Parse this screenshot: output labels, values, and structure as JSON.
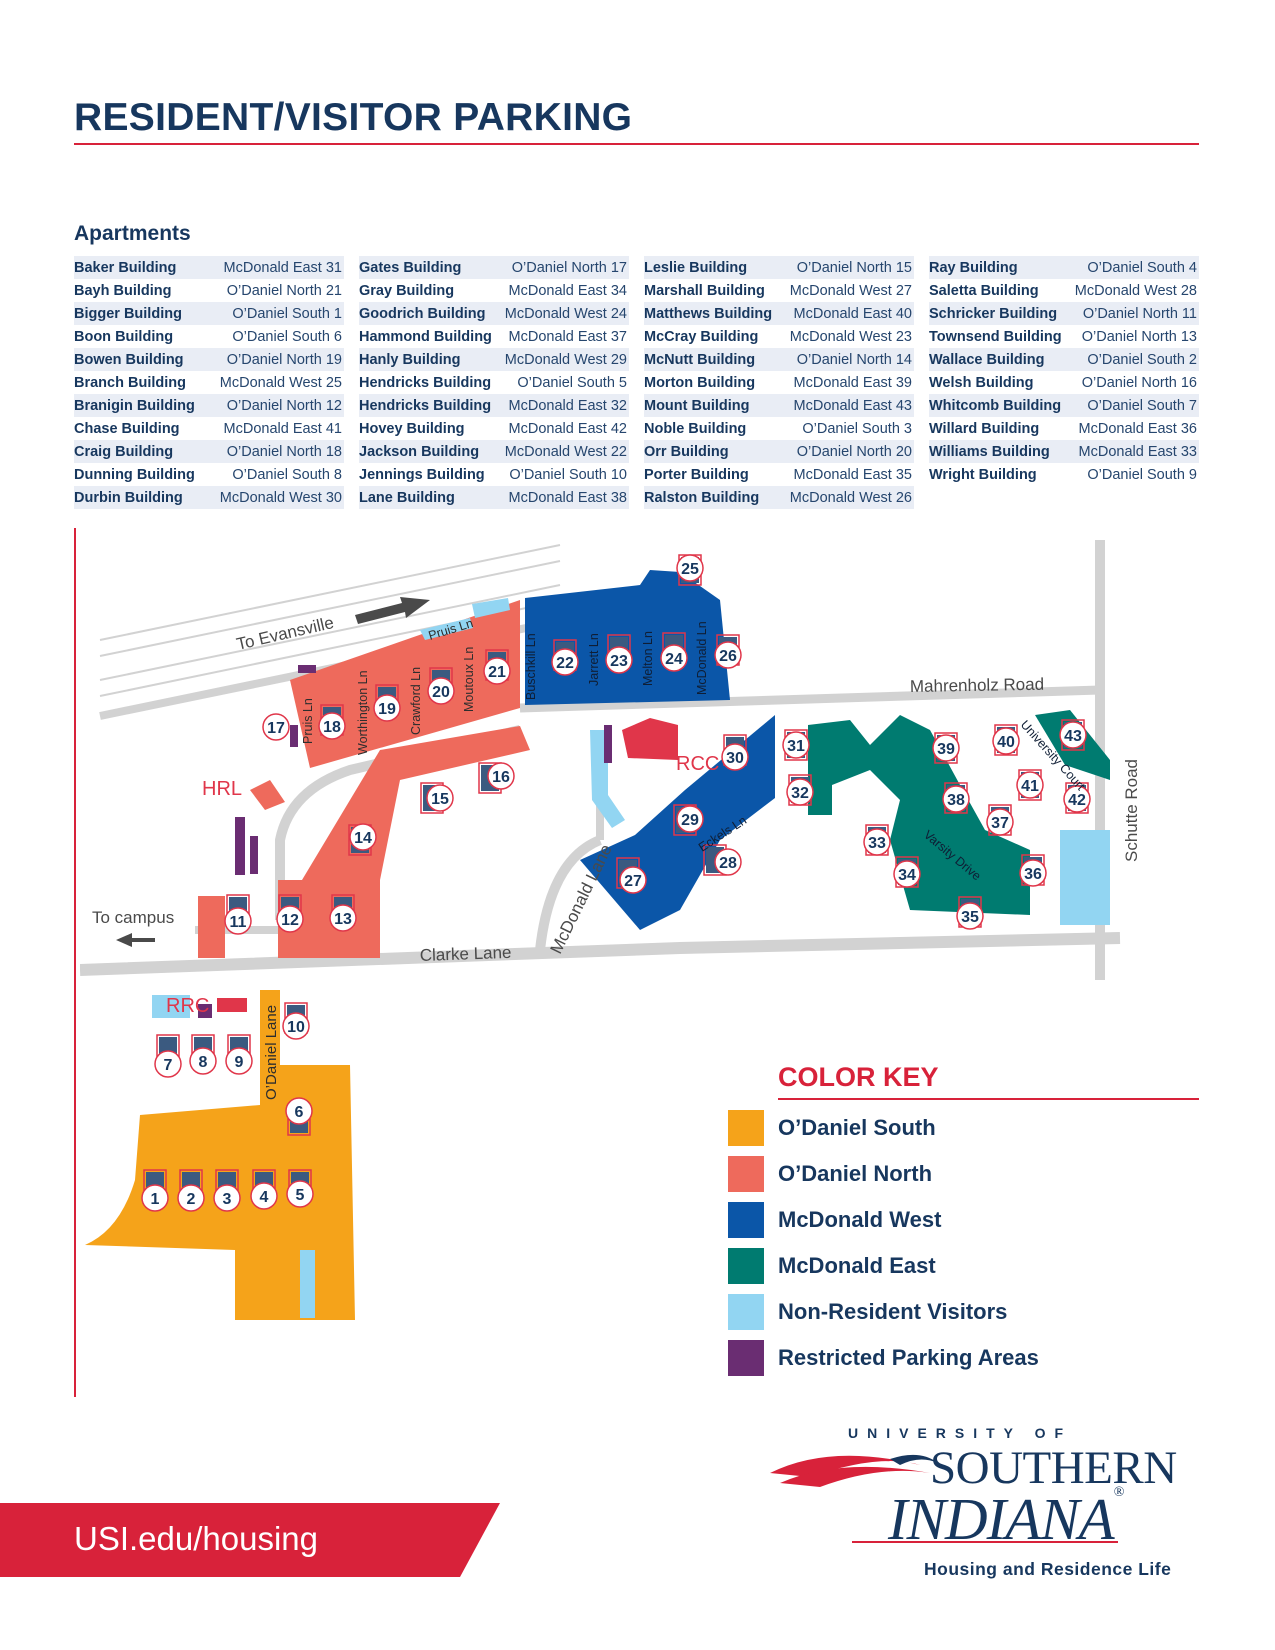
{
  "page_title": "RESIDENT/VISITOR PARKING",
  "apartments_heading": "Apartments",
  "apartments": [
    [
      {
        "name": "Baker Building",
        "loc": "McDonald East 31"
      },
      {
        "name": "Bayh Building",
        "loc": "O’Daniel North 21"
      },
      {
        "name": "Bigger Building",
        "loc": "O’Daniel South 1"
      },
      {
        "name": "Boon Building",
        "loc": "O’Daniel South 6"
      },
      {
        "name": "Bowen Building",
        "loc": "O’Daniel North 19"
      },
      {
        "name": "Branch Building",
        "loc": "McDonald West 25"
      },
      {
        "name": "Branigin Building",
        "loc": "O’Daniel North 12"
      },
      {
        "name": "Chase Building",
        "loc": "McDonald East 41"
      },
      {
        "name": "Craig Building",
        "loc": "O’Daniel North 18"
      },
      {
        "name": "Dunning Building",
        "loc": "O’Daniel South 8"
      },
      {
        "name": "Durbin Building",
        "loc": "McDonald West 30"
      }
    ],
    [
      {
        "name": "Gates Building",
        "loc": "O’Daniel North 17"
      },
      {
        "name": "Gray Building",
        "loc": "McDonald East 34"
      },
      {
        "name": "Goodrich Building",
        "loc": "McDonald West 24"
      },
      {
        "name": "Hammond Building",
        "loc": "McDonald East 37"
      },
      {
        "name": "Hanly Building",
        "loc": "McDonald West 29"
      },
      {
        "name": "Hendricks Building",
        "loc": "O’Daniel South 5"
      },
      {
        "name": "Hendricks Building",
        "loc": "McDonald East 32"
      },
      {
        "name": "Hovey Building",
        "loc": "McDonald East 42"
      },
      {
        "name": "Jackson Building",
        "loc": "McDonald West 22"
      },
      {
        "name": "Jennings Building",
        "loc": "O’Daniel South 10"
      },
      {
        "name": "Lane Building",
        "loc": "McDonald East 38"
      }
    ],
    [
      {
        "name": "Leslie Building",
        "loc": "O’Daniel North 15"
      },
      {
        "name": "Marshall Building",
        "loc": "McDonald West 27"
      },
      {
        "name": "Matthews Building",
        "loc": "McDonald East 40"
      },
      {
        "name": "McCray Building",
        "loc": "McDonald West 23"
      },
      {
        "name": "McNutt Building",
        "loc": "O’Daniel North 14"
      },
      {
        "name": "Morton Building",
        "loc": "McDonald East 39"
      },
      {
        "name": "Mount Building",
        "loc": "McDonald East 43"
      },
      {
        "name": "Noble Building",
        "loc": "O’Daniel South 3"
      },
      {
        "name": "Orr Building",
        "loc": "O’Daniel North 20"
      },
      {
        "name": "Porter Building",
        "loc": "McDonald East 35"
      },
      {
        "name": "Ralston Building",
        "loc": "McDonald West 26"
      }
    ],
    [
      {
        "name": "Ray Building",
        "loc": "O’Daniel South 4"
      },
      {
        "name": "Saletta Building",
        "loc": "McDonald West 28"
      },
      {
        "name": "Schricker Building",
        "loc": "O’Daniel North 11"
      },
      {
        "name": "Townsend Building",
        "loc": "O’Daniel North 13"
      },
      {
        "name": "Wallace Building",
        "loc": "O’Daniel South 2"
      },
      {
        "name": "Welsh Building",
        "loc": "O’Daniel North 16"
      },
      {
        "name": "Whitcomb Building",
        "loc": "O’Daniel South 7"
      },
      {
        "name": "Willard Building",
        "loc": "McDonald East 36"
      },
      {
        "name": "Williams Building",
        "loc": "McDonald East 33"
      },
      {
        "name": "Wright Building",
        "loc": "O’Daniel South 9"
      }
    ]
  ],
  "map": {
    "roads": {
      "to_evansville": "To Evansville",
      "mahrenholz": "Mahrenholz Road",
      "schutte": "Schutte Road",
      "clarke": "Clarke Lane",
      "mcdonald_lane": "McDonald Lane",
      "to_campus": "To campus",
      "odaniel_lane": "O’Daniel Lane",
      "pruis_ln_a": "Pruis Ln",
      "pruis_ln_b": "Pruis Ln",
      "worthington": "Worthington Ln",
      "crawford": "Crawford Ln",
      "moutoux": "Moutoux Ln",
      "buschkill": "Buschkill Ln",
      "jarrett": "Jarrett Ln",
      "melton": "Melton Ln",
      "mcdonald_ln": "McDonald Ln",
      "eckels": "Eckels Ln",
      "varsity": "Varsity Drive",
      "university_court": "University Court"
    },
    "facilities": {
      "hrl": "HRL",
      "rcc": "RCC",
      "rrc": "RRC"
    },
    "buildings": {
      "b1": "1",
      "b2": "2",
      "b3": "3",
      "b4": "4",
      "b5": "5",
      "b6": "6",
      "b7": "7",
      "b8": "8",
      "b9": "9",
      "b10": "10",
      "b11": "11",
      "b12": "12",
      "b13": "13",
      "b14": "14",
      "b15": "15",
      "b16": "16",
      "b17": "17",
      "b18": "18",
      "b19": "19",
      "b20": "20",
      "b21": "21",
      "b22": "22",
      "b23": "23",
      "b24": "24",
      "b25": "25",
      "b26": "26",
      "b27": "27",
      "b28": "28",
      "b29": "29",
      "b30": "30",
      "b31": "31",
      "b32": "32",
      "b33": "33",
      "b34": "34",
      "b35": "35",
      "b36": "36",
      "b37": "37",
      "b38": "38",
      "b39": "39",
      "b40": "40",
      "b41": "41",
      "b42": "42",
      "b43": "43"
    },
    "colors": {
      "odaniel_south": "#f5a31a",
      "odaniel_north": "#ee6a5c",
      "mcdonald_west": "#0b56a8",
      "mcdonald_east": "#007b70",
      "visitors": "#92d5f2",
      "restricted": "#6a2d72",
      "building": "#3b5a80",
      "road": "#d2d2d2"
    }
  },
  "color_key": {
    "title": "COLOR KEY",
    "items": [
      {
        "label": "O’Daniel South",
        "color": "#f5a31a"
      },
      {
        "label": "O’Daniel North",
        "color": "#ee6a5c"
      },
      {
        "label": "McDonald West",
        "color": "#0b56a8"
      },
      {
        "label": "McDonald East",
        "color": "#007b70"
      },
      {
        "label": "Non-Resident Visitors",
        "color": "#92d5f2"
      },
      {
        "label": "Restricted Parking Areas",
        "color": "#6a2d72"
      }
    ]
  },
  "footer_url": "USI.edu/housing",
  "logo": {
    "top": "UNIVERSITY OF",
    "southern": "SOUTHERN",
    "indiana": "INDIANA",
    "reg": "®",
    "subtitle": "Housing and Residence Life"
  }
}
